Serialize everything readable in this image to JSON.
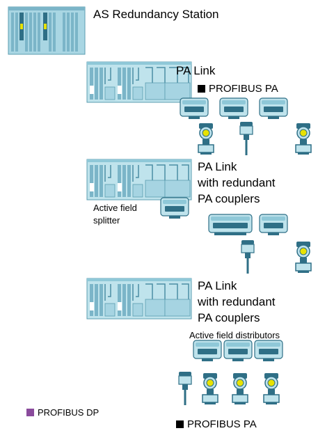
{
  "labels": {
    "station": "AS Redundancy Station",
    "palink1": "PA Link",
    "profibus_pa_top": "PROFIBUS PA",
    "palink2": [
      "PA Link",
      "with redundant",
      "PA couplers"
    ],
    "splitter": [
      "Active field",
      "splitter"
    ],
    "palink3": [
      "PA Link",
      "with redundant",
      "PA couplers"
    ],
    "distributors": "Active field distributors",
    "profibus_dp": "PROFIBUS DP",
    "profibus_pa_bottom": "PROFIBUS PA"
  },
  "colors": {
    "profibus_dp": "#8a4b9c",
    "profibus_pa": "#000000",
    "device_fill": "#bfe3ec",
    "device_dark": "#2f6f86",
    "device_yellow": "#e8e200"
  }
}
